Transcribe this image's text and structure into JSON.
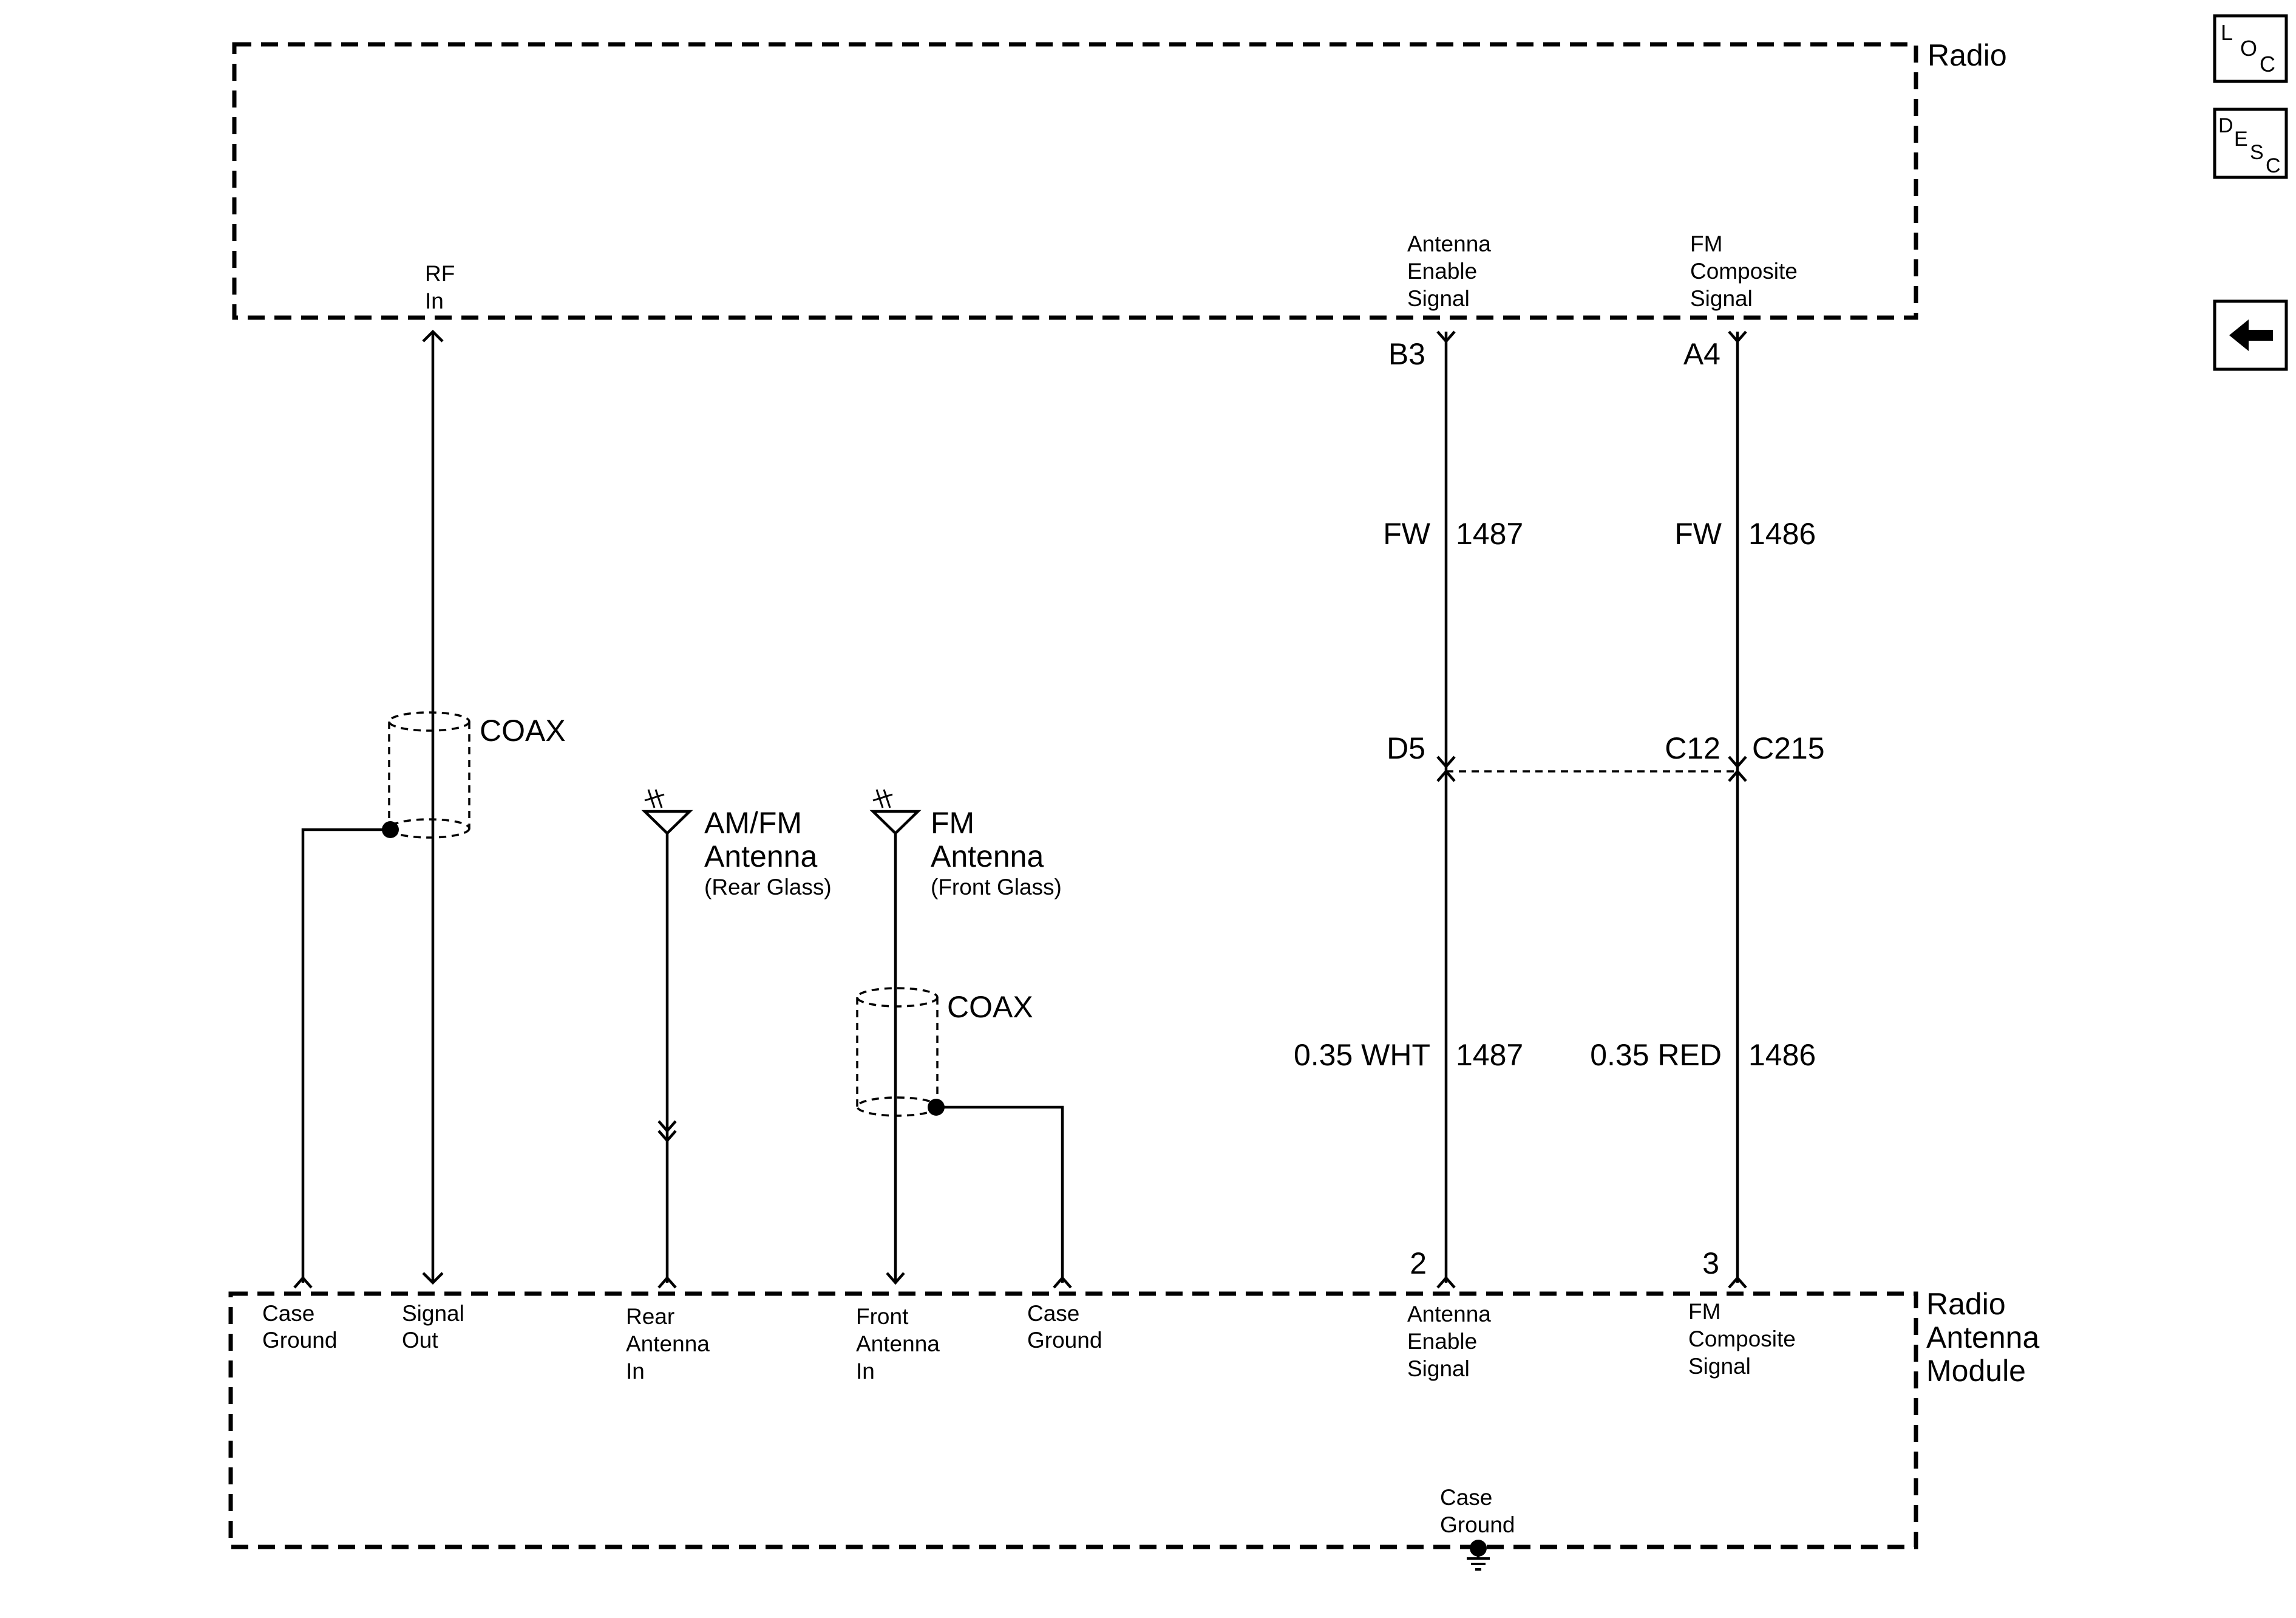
{
  "radio": {
    "title": "Radio",
    "pins": {
      "rf_in": [
        "RF",
        "In"
      ],
      "antenna_enable": [
        "Antenna",
        "Enable",
        "Signal"
      ],
      "fm_composite": [
        "FM",
        "Composite",
        "Signal"
      ]
    }
  },
  "wires": {
    "w1487": {
      "top_pin": "B3",
      "upper_color": "FW",
      "upper_circuit": "1487",
      "connector_pin": "D5",
      "lower_color": "0.35 WHT",
      "lower_circuit": "1487",
      "module_pin": "2"
    },
    "w1486": {
      "top_pin": "A4",
      "upper_color": "FW",
      "upper_circuit": "1486",
      "connector_pin": "C12",
      "lower_color": "0.35 RED",
      "lower_circuit": "1486",
      "module_pin": "3"
    },
    "connector": "C215"
  },
  "coax": {
    "upper": "COAX",
    "lower": "COAX"
  },
  "antennas": {
    "rear": {
      "name": [
        "AM/FM",
        "Antenna"
      ],
      "location": "(Rear Glass)"
    },
    "front": {
      "name": [
        "FM",
        "Antenna"
      ],
      "location": "(Front Glass)"
    }
  },
  "module": {
    "title": [
      "Radio",
      "Antenna",
      "Module"
    ],
    "pins": {
      "case_ground_1": [
        "Case",
        "Ground"
      ],
      "signal_out": [
        "Signal",
        "Out"
      ],
      "rear_antenna_in": [
        "Rear",
        "Antenna",
        "In"
      ],
      "front_antenna_in": [
        "Front",
        "Antenna",
        "In"
      ],
      "case_ground_2": [
        "Case",
        "Ground"
      ],
      "antenna_enable": [
        "Antenna",
        "Enable",
        "Signal"
      ],
      "fm_composite": [
        "FM",
        "Composite",
        "Signal"
      ]
    },
    "case_ground": [
      "Case",
      "Ground"
    ]
  },
  "nav": {
    "loc": [
      "L",
      "O",
      "C"
    ],
    "desc": [
      "D",
      "E",
      "S",
      "C"
    ],
    "back_icon": "left-arrow-icon"
  }
}
